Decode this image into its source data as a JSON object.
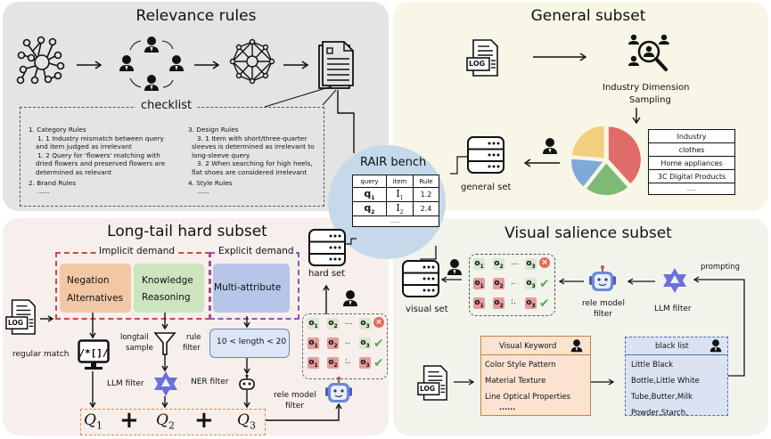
{
  "relevance": {
    "title": "Relevance rules",
    "checklist_title": "checklist",
    "rules": [
      {
        "heading": "1. Category Rules",
        "items": [
          "1. 1 Industry mismatch between query",
          "and item judged as irrelevant",
          "1. 2 Query for 'flowers' matching with",
          "dried flowers and preserved flowers are",
          "determined as relevant"
        ]
      },
      {
        "heading": "2. Brand Rules",
        "items": [
          "......"
        ]
      },
      {
        "heading": "3. Design Rules",
        "items": [
          "3. 1 Item with short/three-quarter",
          "sleeves is determined as irrelevant to",
          "long-sleeve query",
          "3. 2 When searching for high heels,",
          "flat shoes are considered irrelevant"
        ]
      },
      {
        "heading": "4. Style Rules",
        "items": [
          "......"
        ]
      }
    ]
  },
  "general": {
    "title": "General subset",
    "log_label": "LOG",
    "sampling_label_1": "Industry Dimension",
    "sampling_label_2": "Sampling",
    "set_label": "general set",
    "industry_table": [
      "Industry",
      "clothes",
      "Home appliances",
      "3C Digital Products",
      "......"
    ],
    "pie_colors": {
      "red": "#e06c68",
      "green": "#7dba75",
      "blue": "#7fa9d8",
      "yellow": "#f2cf7d"
    }
  },
  "bench": {
    "title": "RAIR bench",
    "headers": [
      "query",
      "item",
      "Rule"
    ],
    "rows": [
      [
        "q1",
        "I1",
        "1.2"
      ],
      [
        "q2",
        "I2",
        "2.4"
      ]
    ],
    "ellipsis": "......"
  },
  "longtail": {
    "title": "Long-tail hard subset",
    "implicit_label": "Implicit demand",
    "explicit_label": "Explicit demand",
    "negation_1": "Negation",
    "negation_2": "Alternatives",
    "knowledge_1": "Knowledge",
    "knowledge_2": "Reasoning",
    "multi": "Multi-attribute",
    "log_label": "LOG",
    "regular_match": "regular match",
    "longtail_sample_1": "longtail",
    "longtail_sample_2": "sample",
    "rule_filter_1": "rule",
    "rule_filter_2": "filter",
    "length_rule": "10 < length < 20",
    "llm_filter": "LLM filter",
    "ner_filter": "NER filter",
    "rele_filter_1": "rele model",
    "rele_filter_2": "filter",
    "hard_set": "hard set",
    "q_labels": [
      "Q",
      "Q",
      "Q"
    ],
    "q_subs": [
      "1",
      "2",
      "3"
    ],
    "plus": "+",
    "colors": {
      "negation": "#f1c7a5",
      "knowledge": "#cde5bf",
      "multi": "#b7c5e8",
      "implicit_border": "#d0454a",
      "explicit_border": "#8a56b8",
      "q_border": "#e8883c"
    }
  },
  "visual": {
    "title": "Visual salience subset",
    "set_label": "visual set",
    "rele_filter_1": "rele model",
    "rele_filter_2": "filter",
    "llm_filter": "LLM filter",
    "prompting": "prompting",
    "log_label": "LOG",
    "keyword_title": "Visual Keyword",
    "keywords": [
      "Color  Style  Pattern",
      "Material  Texture",
      "Line  Optical Properties",
      "......"
    ],
    "blacklist_title": "black list",
    "blacklist": [
      "Little Black",
      "Bottle,Little White",
      "Tube,Butter,Milk",
      "Powder,Starch,"
    ]
  },
  "grid": {
    "row_labels": [
      [
        "o1",
        "o2",
        "...",
        "o3"
      ],
      [
        "o1",
        "o2",
        "..",
        "o3"
      ],
      [
        "o1",
        "o2",
        ":.",
        "o3"
      ]
    ],
    "marks": [
      "cross",
      "check",
      "check"
    ]
  }
}
